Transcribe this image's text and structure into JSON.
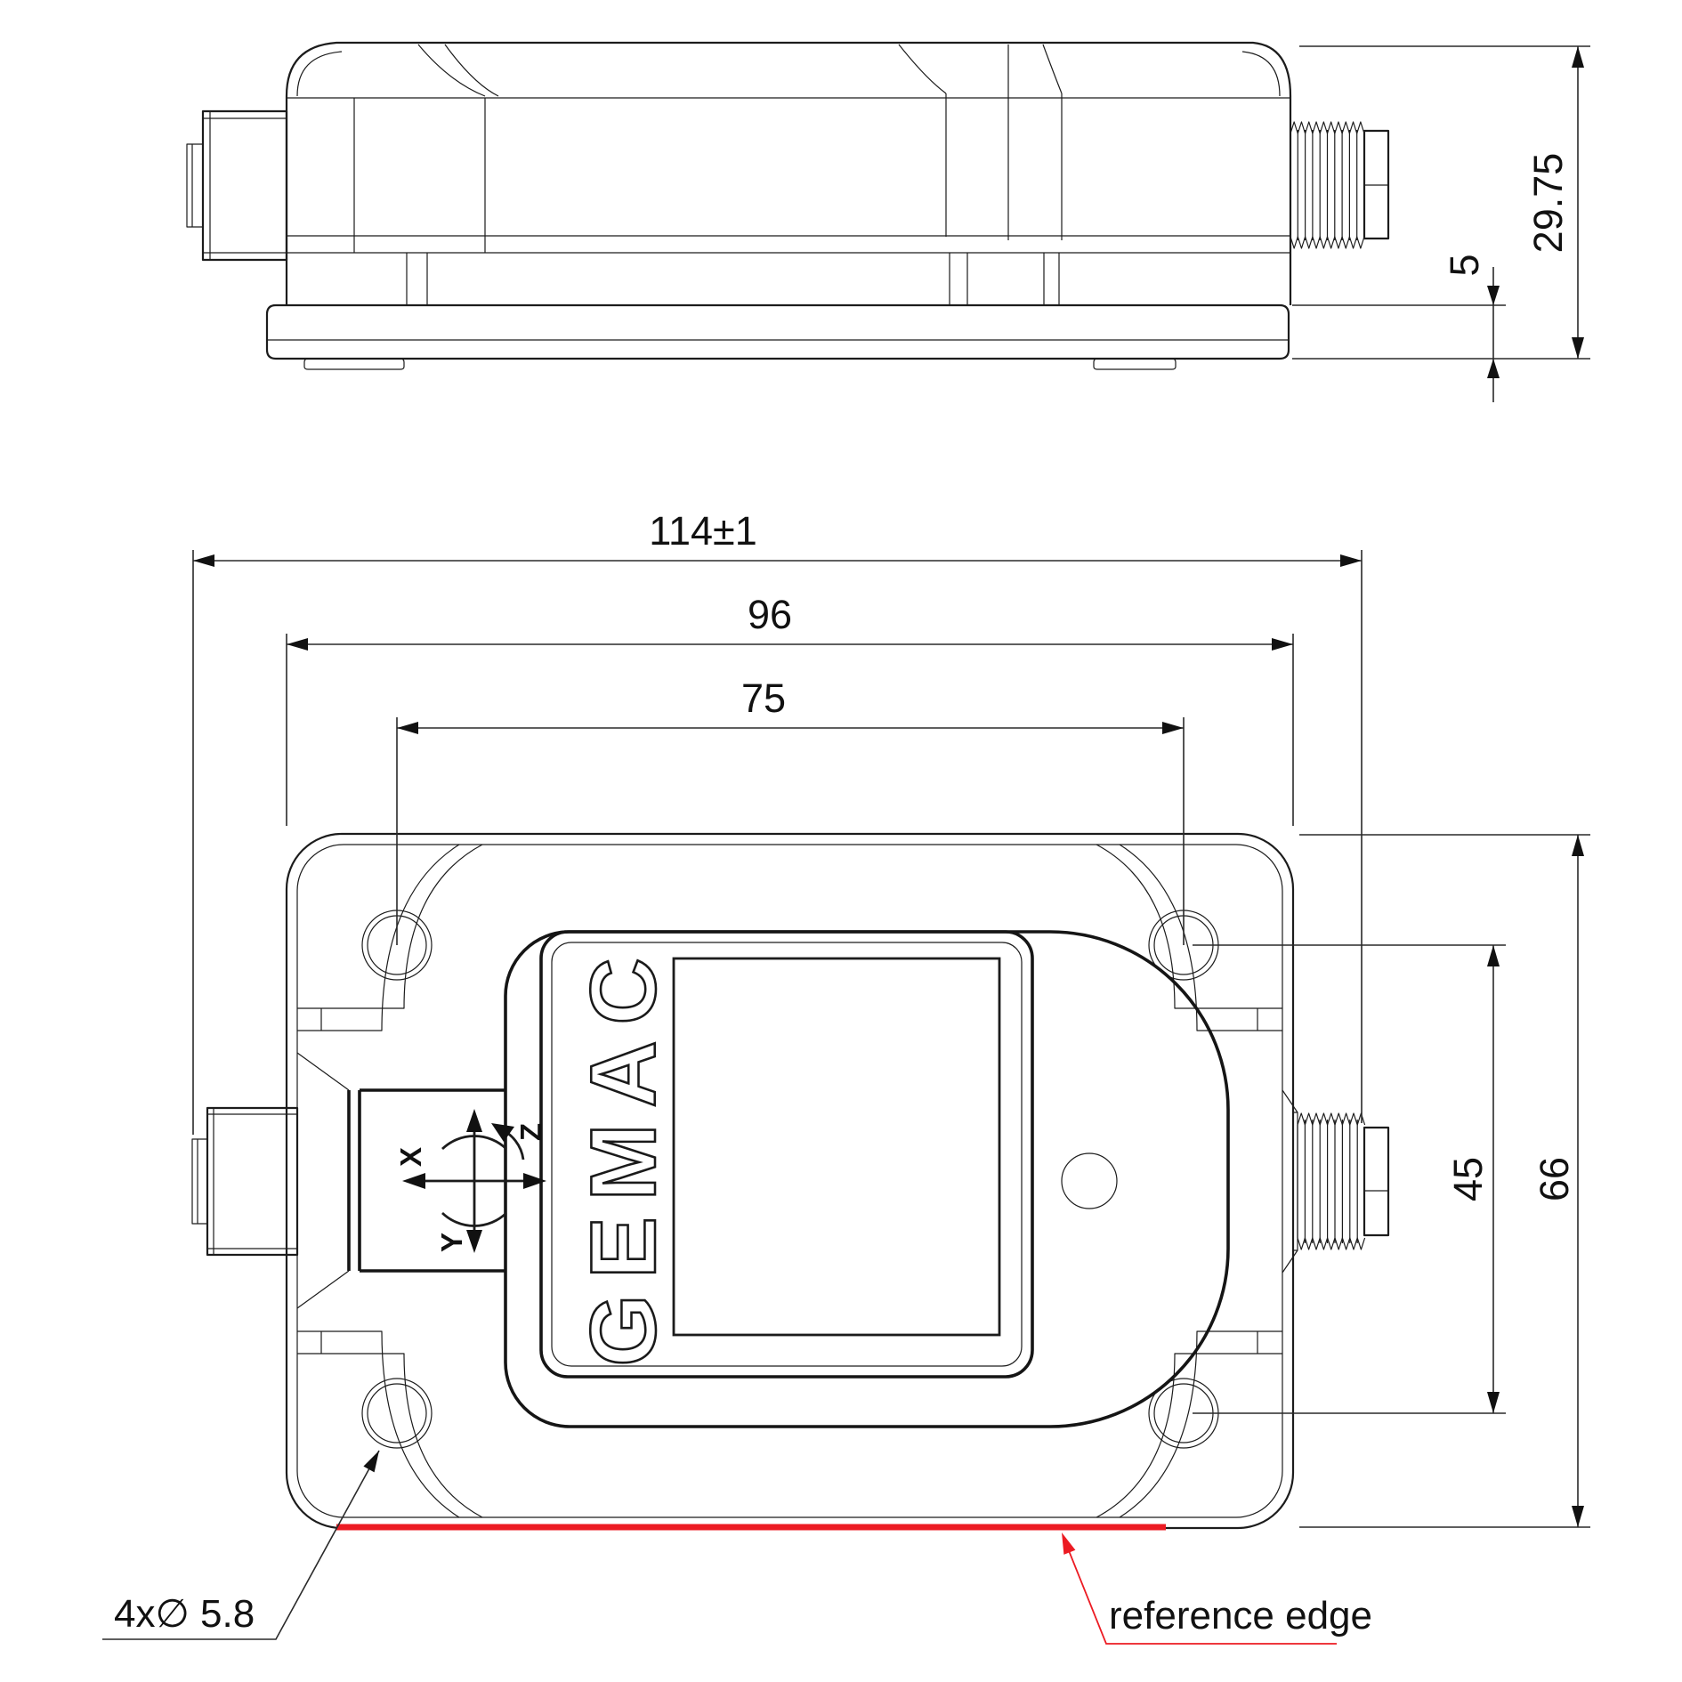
{
  "drawing": {
    "type": "technical-dimension-drawing",
    "views": [
      "side-view",
      "top-view"
    ]
  },
  "dims": {
    "overall_length": "114±1",
    "housing_length": "96",
    "hole_spacing_x": "75",
    "hole_spacing_y": "45",
    "housing_width": "66",
    "overall_height": "29.75",
    "base_height": "5",
    "mounting_holes": "4x∅ 5.8"
  },
  "annotations": {
    "reference_edge": "reference edge"
  },
  "logo": {
    "text": "GEMAC"
  },
  "axis_icon": {
    "x": "X",
    "y": "Y",
    "z": "Z"
  },
  "colors": {
    "line": "#1c1c1c",
    "highlight_red": "#ec1b23",
    "background": "#ffffff"
  }
}
